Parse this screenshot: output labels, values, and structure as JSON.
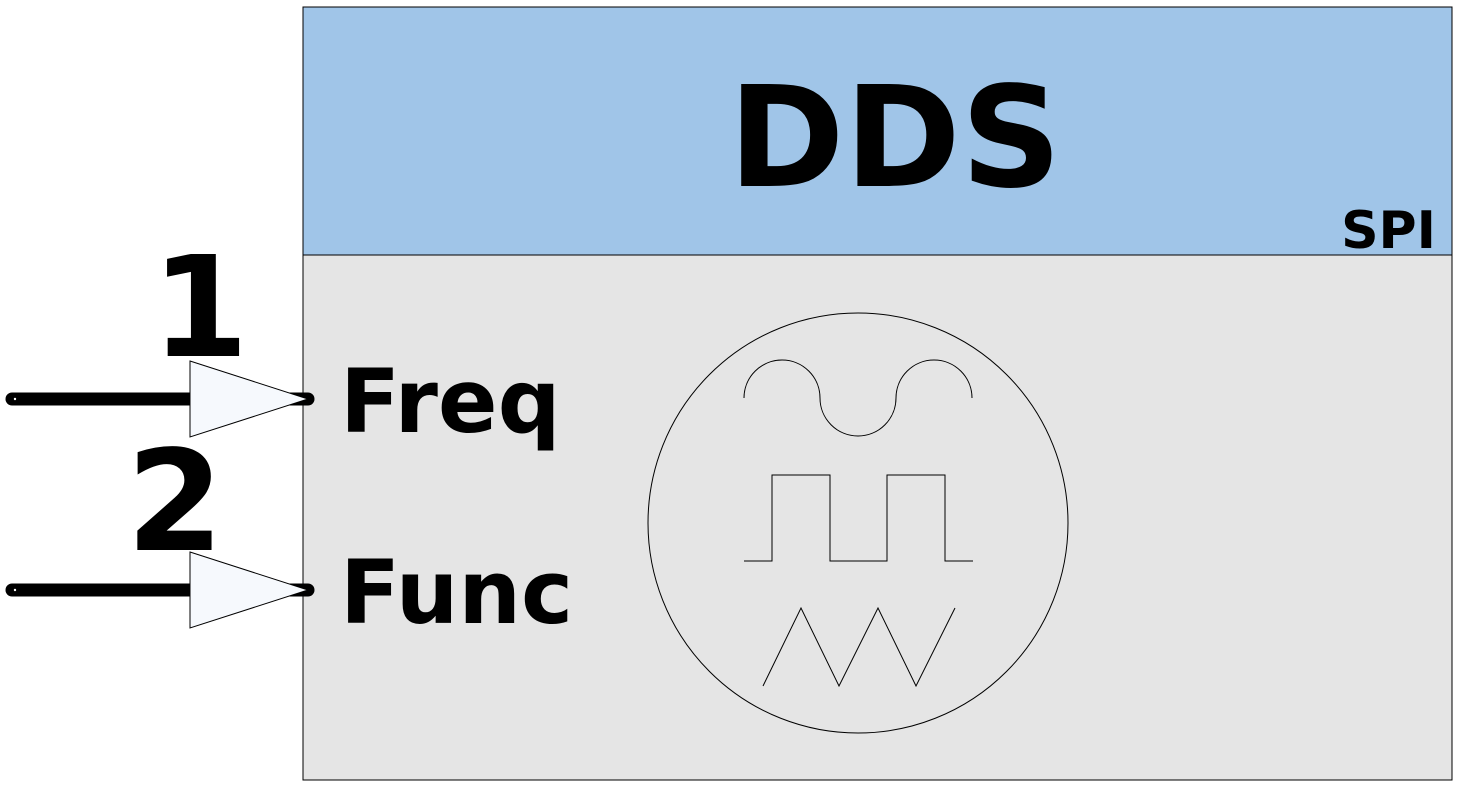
{
  "block": {
    "title": "DDS",
    "subtitle": "SPI",
    "header_color": "#a0c5e8",
    "body_color": "#e5e5e5"
  },
  "pins": [
    {
      "number": "1",
      "name": "Freq"
    },
    {
      "number": "2",
      "name": "Func"
    }
  ],
  "icon": {
    "name": "waveform-generator-icon",
    "waveforms": [
      "sine",
      "square",
      "triangle"
    ]
  }
}
